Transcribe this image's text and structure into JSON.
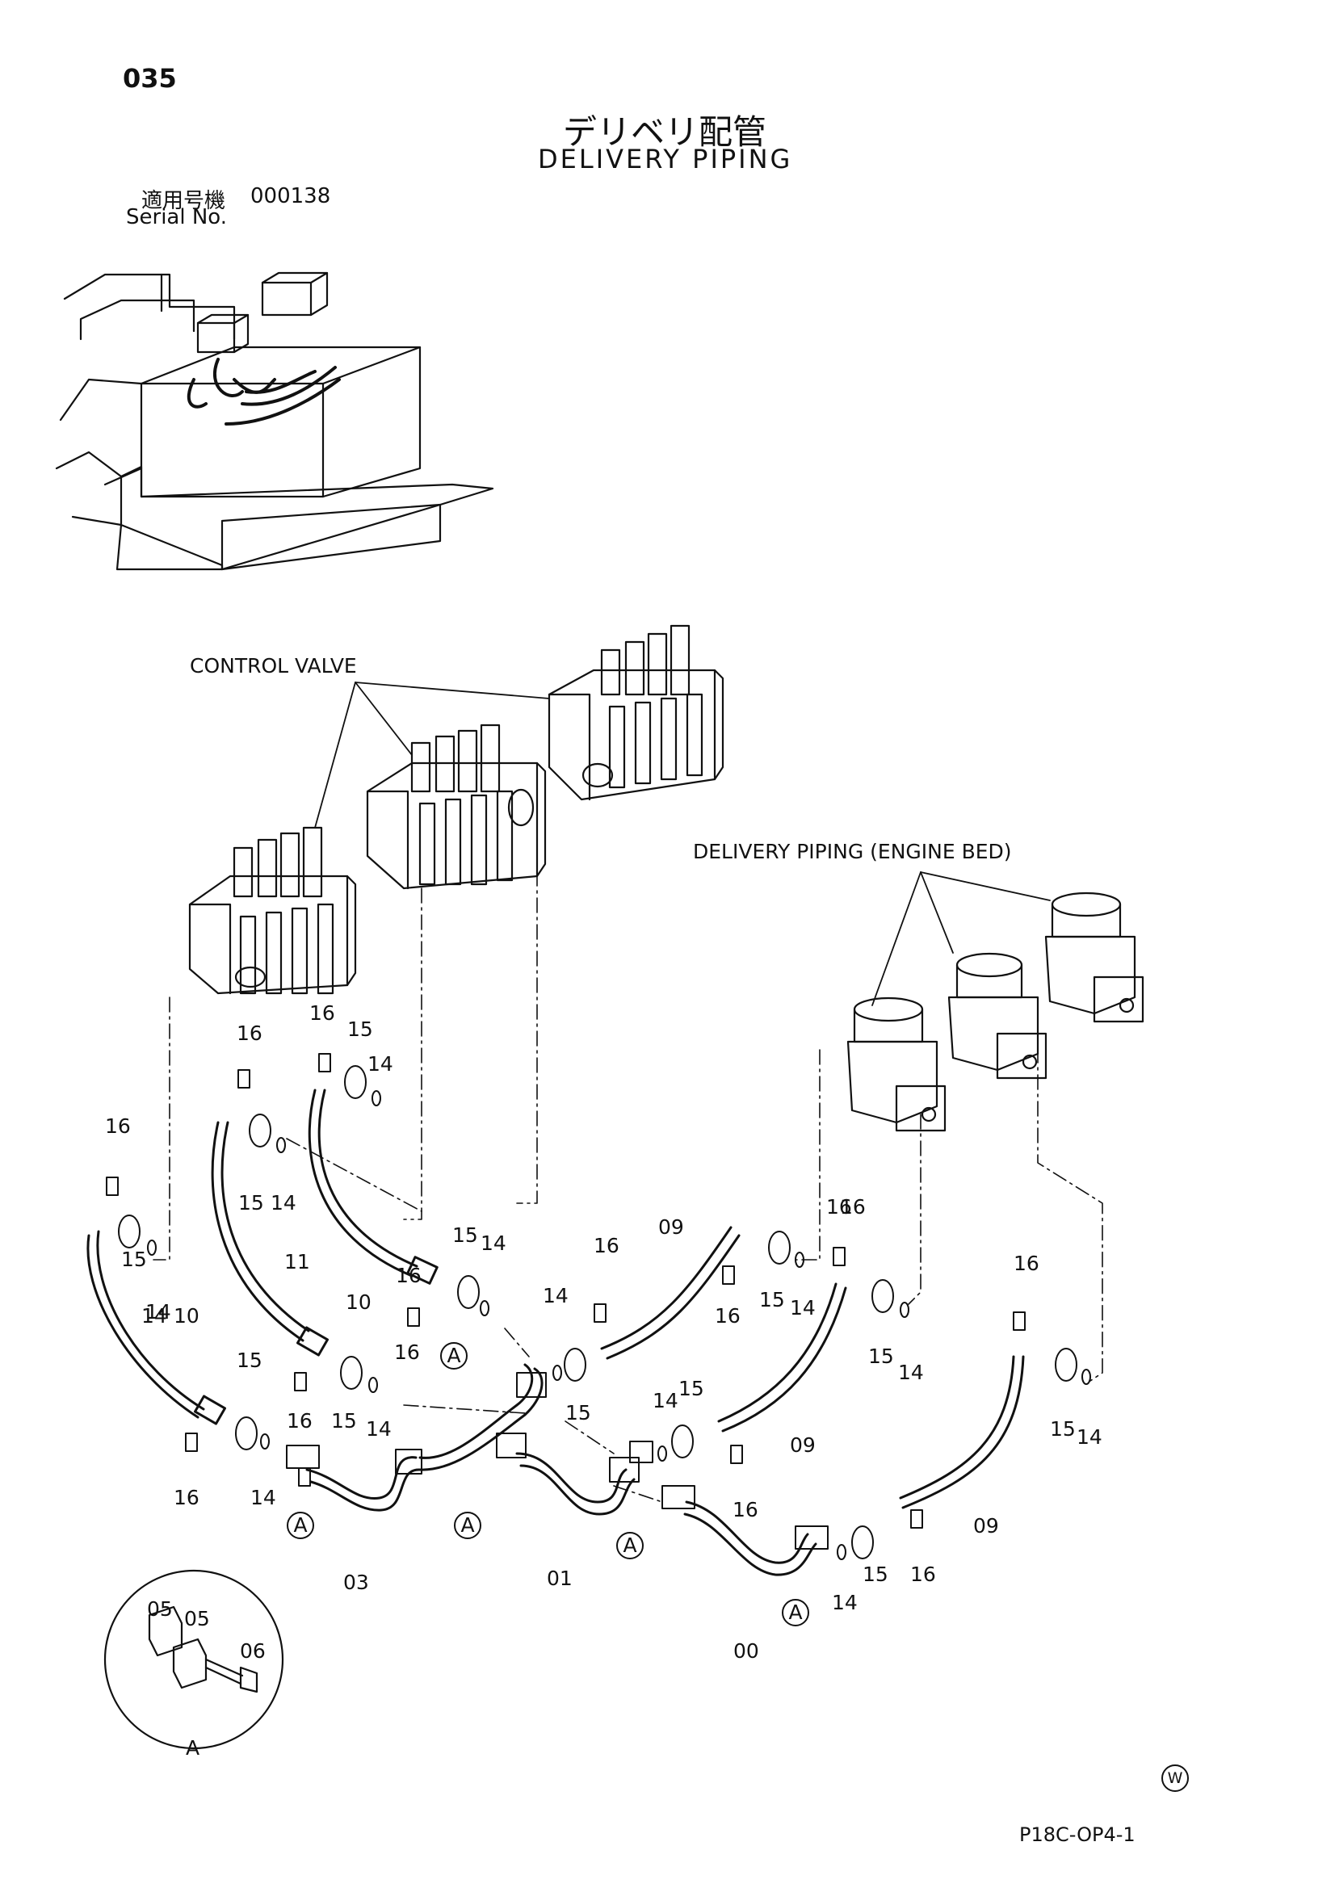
{
  "page_number": "035",
  "title_jp": "デリベリ配管",
  "title_en": "DELIVERY PIPING",
  "serial": {
    "label_jp": "適用号機",
    "value": "000138",
    "label_en": "Serial No."
  },
  "labels": {
    "control_valve": "CONTROL VALVE",
    "delivery_engine_bed": "DELIVERY PIPING (ENGINE BED)"
  },
  "callouts": [
    "16",
    "16",
    "15",
    "14",
    "16",
    "15",
    "14",
    "16",
    "15",
    "14",
    "11",
    "10",
    "14",
    "10",
    "15",
    "16",
    "15",
    "14",
    "16",
    "15",
    "14",
    "16",
    "14",
    "15",
    "14",
    "16",
    "09",
    "16",
    "15",
    "14",
    "14",
    "15",
    "16",
    "16",
    "09",
    "16",
    "15",
    "14",
    "09",
    "16",
    "15",
    "14",
    "14",
    "15",
    "16",
    "03",
    "01",
    "00",
    "05",
    "05",
    "06"
  ],
  "section_marker": "A",
  "doc_code": "P18C-OP4-1",
  "w_mark": "W"
}
